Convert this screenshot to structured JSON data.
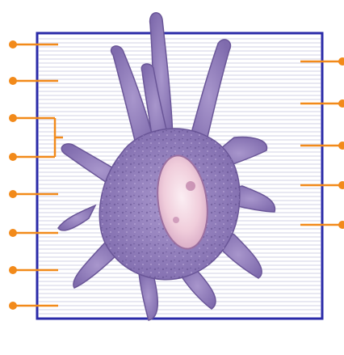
{
  "diagram": {
    "colors": {
      "frame": "#2a2aa8",
      "lines": "#d2d2e4",
      "leader": "#f28a1a",
      "cell_body": "#8e7ab8",
      "cell_light": "#b3a2d2",
      "cell_dark": "#6a5698",
      "nucleus": "#f1d3de",
      "nucleus_dark": "#cf9bb8"
    },
    "left_labels": [
      {
        "id": "left-label-1",
        "text": ""
      },
      {
        "id": "left-label-2",
        "text": ""
      },
      {
        "id": "left-label-3",
        "text": ""
      },
      {
        "id": "left-label-4",
        "text": ""
      },
      {
        "id": "left-label-5",
        "text": ""
      },
      {
        "id": "left-label-6",
        "text": ""
      },
      {
        "id": "left-label-7",
        "text": ""
      },
      {
        "id": "left-label-8",
        "text": ""
      }
    ],
    "right_labels": [
      {
        "id": "right-label-1",
        "text": ""
      },
      {
        "id": "right-label-2",
        "text": ""
      },
      {
        "id": "right-label-3",
        "text": ""
      },
      {
        "id": "right-label-4",
        "text": ""
      },
      {
        "id": "right-label-5",
        "text": ""
      }
    ]
  }
}
